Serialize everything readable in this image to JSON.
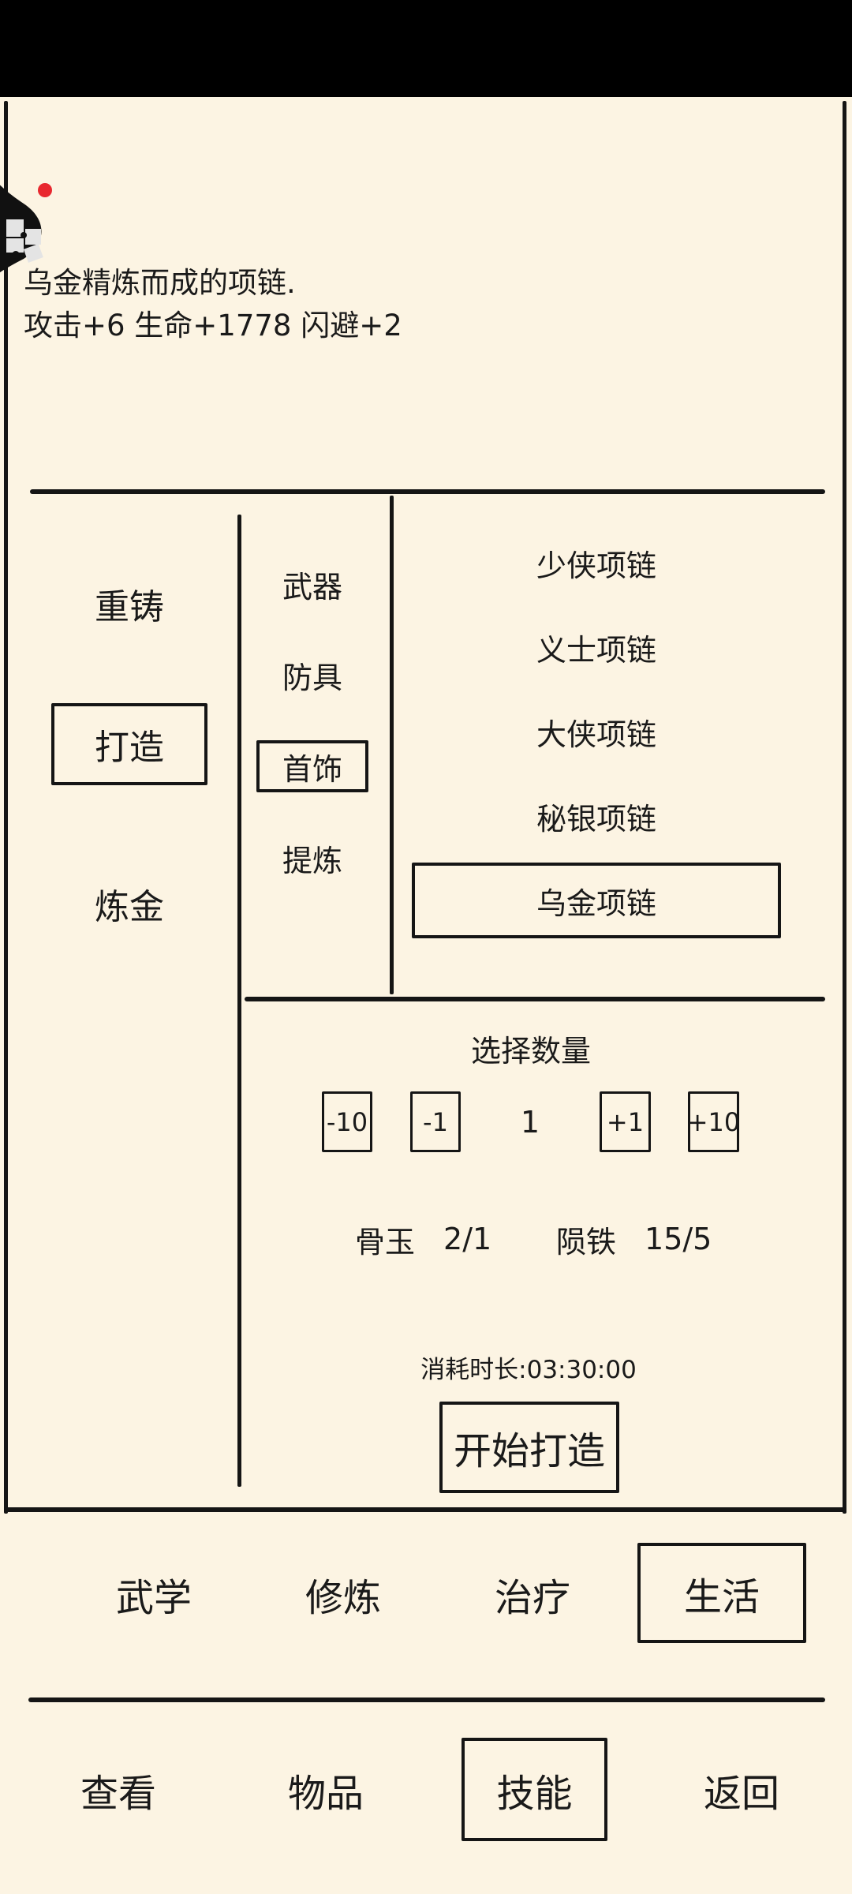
{
  "item_description": {
    "line1": "乌金精炼而成的项链.",
    "line2": "攻击+6 生命+1778 闪避+2"
  },
  "floating_widget": {
    "icon": "puzzle-icon",
    "badge_color": "#e8282f"
  },
  "craft_modes": [
    {
      "label": "重铸",
      "selected": false
    },
    {
      "label": "打造",
      "selected": true
    },
    {
      "label": "炼金",
      "selected": false
    }
  ],
  "categories": [
    {
      "label": "武器",
      "selected": false
    },
    {
      "label": "防具",
      "selected": false
    },
    {
      "label": "首饰",
      "selected": true
    },
    {
      "label": "提炼",
      "selected": false
    }
  ],
  "items": [
    {
      "label": "少侠项链",
      "selected": false
    },
    {
      "label": "义士项链",
      "selected": false
    },
    {
      "label": "大侠项链",
      "selected": false
    },
    {
      "label": "秘银项链",
      "selected": false
    },
    {
      "label": "乌金项链",
      "selected": true
    }
  ],
  "quantity": {
    "title": "选择数量",
    "buttons": {
      "minus10": "-10",
      "minus1": "-1",
      "plus1": "+1",
      "plus10": "+10"
    },
    "value": "1"
  },
  "materials": [
    {
      "name": "骨玉",
      "amount": "2/1"
    },
    {
      "name": "陨铁",
      "amount": "15/5"
    }
  ],
  "duration": "消耗时长:03:30:00",
  "start_button": "开始打造",
  "skill_tabs": [
    {
      "label": "武学",
      "selected": false
    },
    {
      "label": "修炼",
      "selected": false
    },
    {
      "label": "治疗",
      "selected": false
    },
    {
      "label": "生活",
      "selected": true
    }
  ],
  "bottom_nav": [
    {
      "label": "查看",
      "selected": false
    },
    {
      "label": "物品",
      "selected": false
    },
    {
      "label": "技能",
      "selected": true
    },
    {
      "label": "返回",
      "selected": false
    }
  ],
  "colors": {
    "background": "#FCF4E3",
    "ink": "#151515",
    "status_bar": "#000000"
  }
}
